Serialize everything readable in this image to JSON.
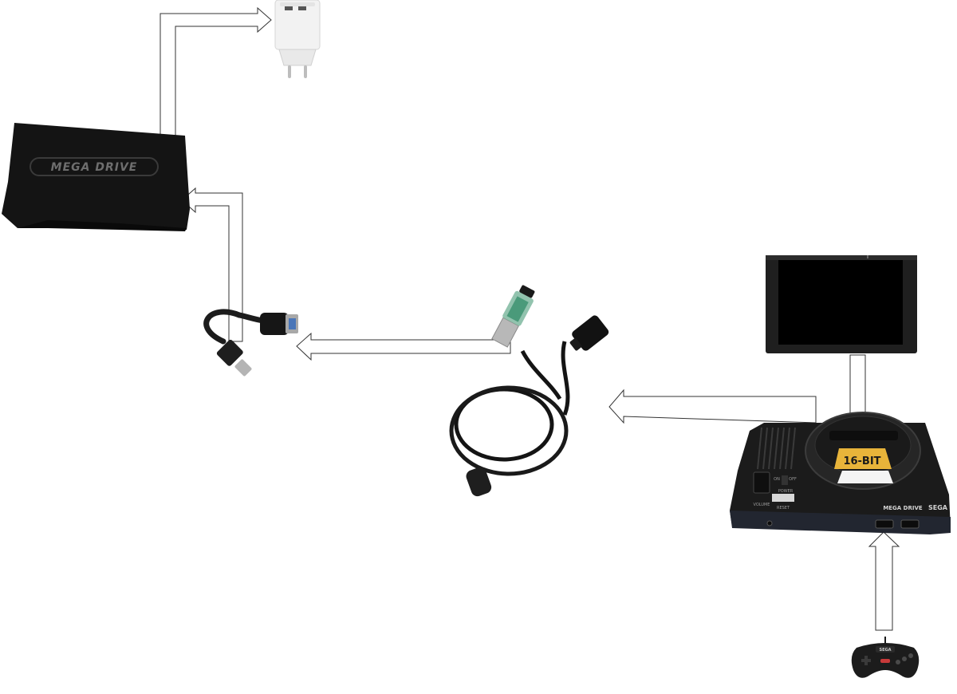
{
  "diagram": {
    "devices": {
      "console_logo_text": "MEGA DRIVE",
      "console_brand_text": "SEGA",
      "console_badge_text": "16-BIT",
      "console_power_label": "POWER",
      "console_reset_label": "RESET",
      "console_volume_label": "VOLUME",
      "console_on_label": "ON",
      "console_off_label": "OFF",
      "mini_console_logo_text": "MEGA DRIVE",
      "controller_brand_text": "SEGA"
    },
    "colors": {
      "arrow_fill": "#ffffff",
      "arrow_stroke": "#333333",
      "device_black": "#141414",
      "charger_white": "#f2f2f2",
      "badge_gold": "#e8b43a",
      "badge_text": "#1a1a1a",
      "pcb_green": "#4a9a7a"
    }
  }
}
